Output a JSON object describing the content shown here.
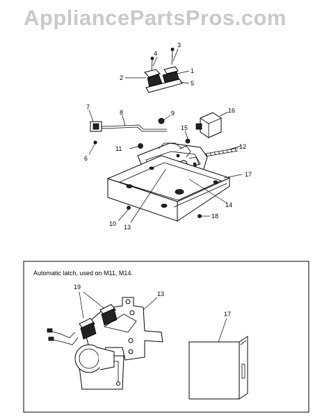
{
  "watermark": "AppliancePartsPros.com",
  "inset": {
    "caption": "Automatic latch, used on M11, M14."
  },
  "callouts": {
    "c1": "1",
    "c2": "2",
    "c3": "3",
    "c4": "4",
    "c5": "5",
    "c6": "6",
    "c7": "7",
    "c8": "8",
    "c9": "9",
    "c10": "10",
    "c11": "11",
    "c12": "12",
    "c13": "13",
    "c14": "14",
    "c15": "15",
    "c16": "16",
    "c17": "17",
    "c18": "18",
    "i13": "13",
    "i17": "17",
    "i19": "19"
  },
  "colors": {
    "line": "#000000",
    "watermark": "#c9c9c9",
    "background": "#ffffff"
  }
}
